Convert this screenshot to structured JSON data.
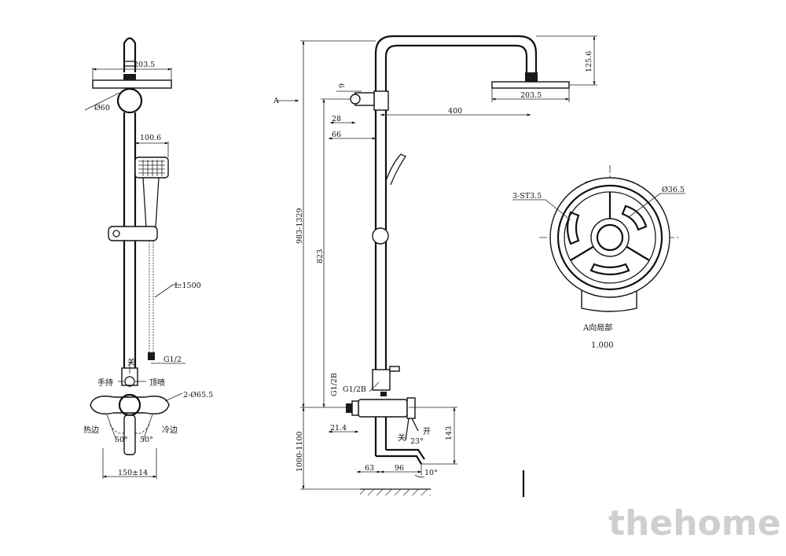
{
  "dimensions": {
    "front_width": "203.5",
    "front_diameter": "Ø60",
    "front_handshower_width": "100.6",
    "hose_length": "L:1500",
    "front_thread": "G1/2",
    "front_knob_diameter": "2-Ø65.5",
    "front_angle_left": "50°",
    "front_angle_right": "50°",
    "front_spacing": "150±14",
    "side_width": "203.5",
    "side_arm": "400",
    "side_head_height": "125.6",
    "side_pin": "9",
    "side_offset_28": "28",
    "side_offset_66": "66",
    "side_total_height": "983-1329",
    "side_slide_height": "823",
    "side_mount_height": "1000-1100",
    "side_thread_a": "G1/2B",
    "side_thread_b": "G1/2B",
    "side_thread_depth": "21.4",
    "side_valve_height": "143",
    "side_angle": "23°",
    "side_spout_63": "63",
    "side_spout_96": "96",
    "side_spout_angle": "10°",
    "detail_screws": "3-ST3.5",
    "detail_diameter": "Ø36.5"
  },
  "labels": {
    "view_marker": "A",
    "front_handheld": "手持",
    "front_top_shower": "顶喷",
    "front_off": "关",
    "front_hot": "热边",
    "front_cold": "冷边",
    "side_off": "关",
    "side_open": "开",
    "detail_title": "A向局部",
    "detail_scale": "1.000"
  },
  "watermark": "thehome"
}
